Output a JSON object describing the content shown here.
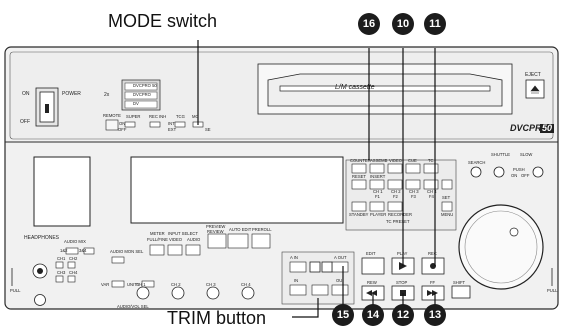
{
  "callouts": {
    "mode_switch": "MODE switch",
    "trim_button": "TRIM button",
    "markers": [
      "16",
      "10",
      "11",
      "15",
      "14",
      "12",
      "13"
    ]
  },
  "panel": {
    "power": {
      "on": "ON",
      "power": "POWER",
      "off": "OFF"
    },
    "mode_block": {
      "times": "2x",
      "options": [
        "DVCPRO 50",
        "DVCPRO",
        "DV"
      ],
      "remote": "REMOTE",
      "super": "SUPER",
      "rec_inh": "REC INH",
      "tcg": "TCG",
      "mode": "MO",
      "on": "ON",
      "off": "OFF",
      "int": "INT",
      "ext": "EXT",
      "se": "SE"
    },
    "cassette": "L/M cassette",
    "eject": "EJECT",
    "brand": "DVCPRO",
    "brand_num": "50",
    "meter": {
      "label": "METER",
      "sub": "FULL/FINE"
    },
    "input_select": "INPUT SELECT",
    "video": "VIDEO",
    "audio": "AUDIO",
    "audio_mon_sel": "AUDIO MON SEL",
    "audio_mix": "AUDIO MIX",
    "headphones": "HEADPHONES",
    "ch_labels": [
      "CH 1",
      "CH 2",
      "CH 3",
      "CH 4"
    ],
    "ch_row": [
      "CH1",
      "CH2"
    ],
    "ch_row2": [
      "CH3",
      "CH4"
    ],
    "mix_opts": [
      "1&2",
      "3&4"
    ],
    "audio_vol_sel": "AUDIO/VOL SEL",
    "pull": "PULL",
    "unity": "UNITY",
    "var": "VAR",
    "preview": {
      "label": "PREVIEW",
      "sub": "REVIEW"
    },
    "auto_edit": "AUTO EDIT",
    "preroll": "PREROLL",
    "edit_keys": {
      "row1": [
        "COUNTER",
        "ASSEMB",
        "VIDEO",
        "CUE",
        "TC"
      ],
      "row2": [
        "RESET",
        "INSERT",
        "CH 1",
        "CH 2",
        "CH 3",
        "CH 4"
      ],
      "fkeys": [
        "F1",
        "F2",
        "F3",
        "F4"
      ],
      "row3": [
        "STANDBY",
        "PLAYER",
        "RECORDER",
        "SET"
      ],
      "tc_preset": "TC PRESET",
      "menu": "MENU"
    },
    "a_in": "A IN",
    "a_out": "A OUT",
    "in": "IN",
    "out": "OU",
    "edit": "EDIT",
    "play": "PLAY",
    "rec": "REC",
    "rew": "REW",
    "stop": "STOP",
    "ff": "FF",
    "shift": "SHIFT",
    "search": "SEARCH",
    "jog_labels": {
      "shuttle": "SHUTTLE",
      "slow": "SLOW",
      "push": "PUSH",
      "on": "ON",
      "off": "OFF"
    }
  }
}
